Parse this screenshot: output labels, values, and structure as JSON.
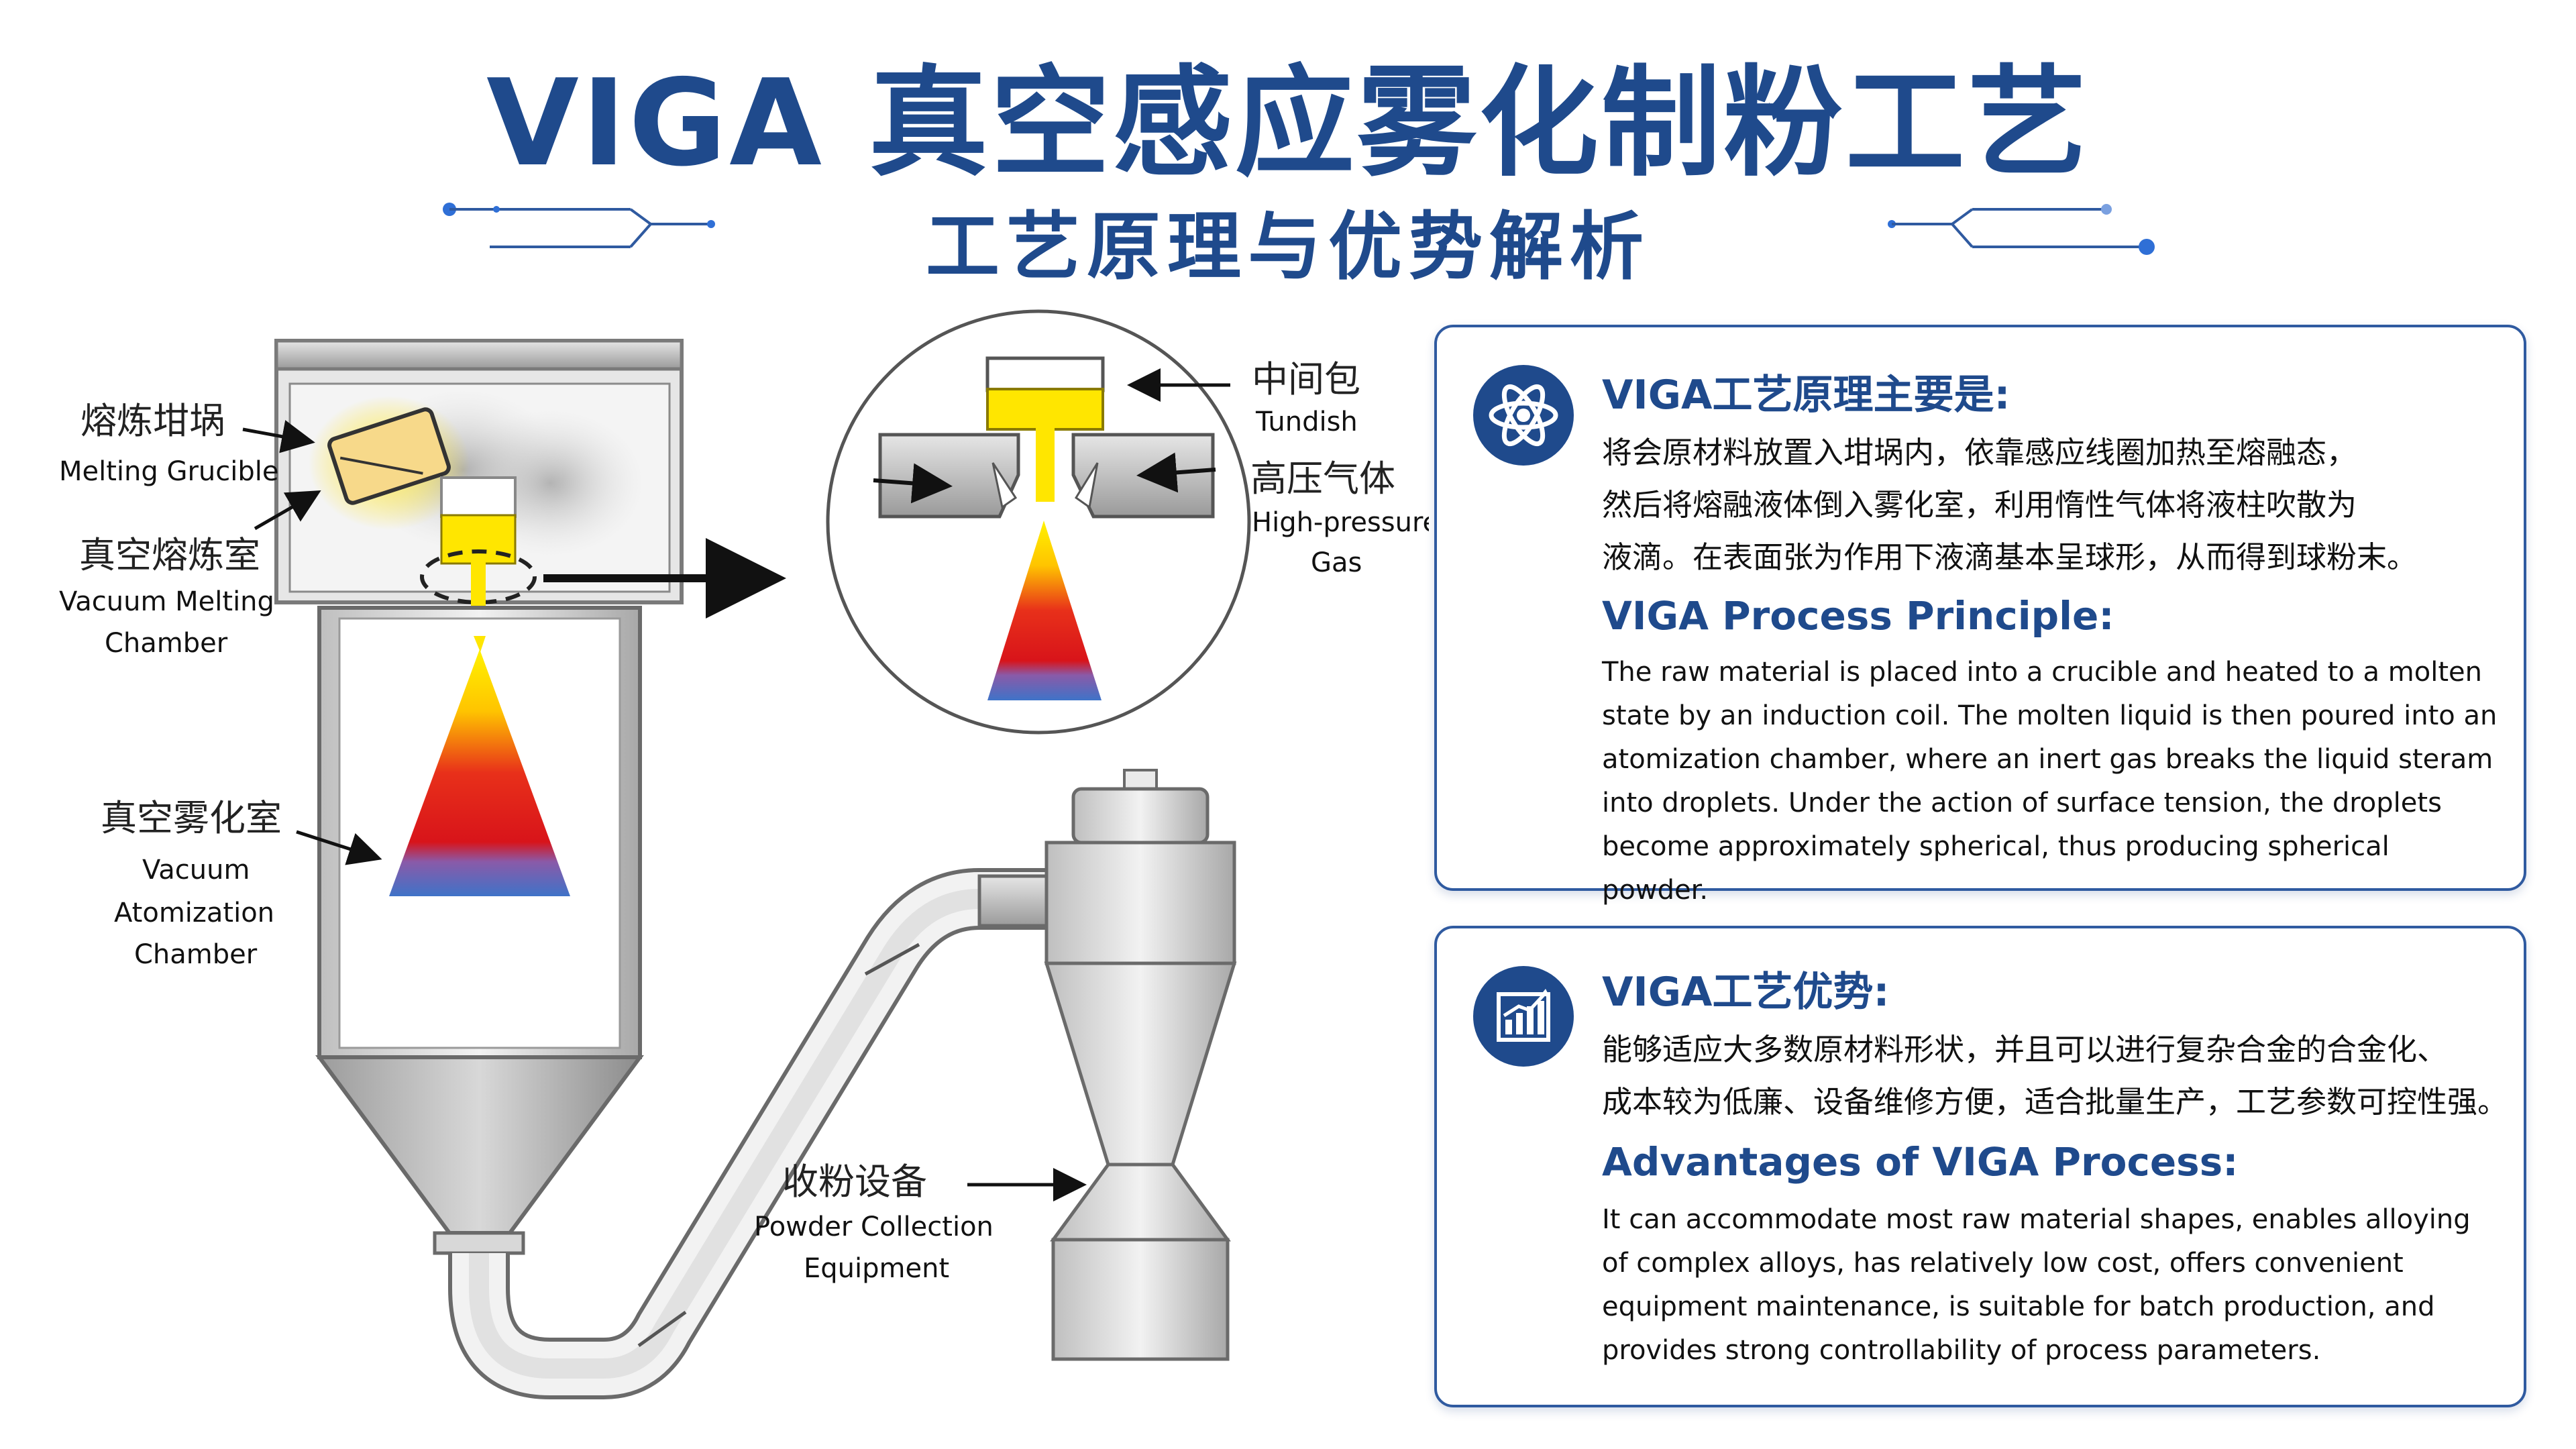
{
  "header": {
    "title": "VIGA 真空感应雾化制粉工艺",
    "subtitle": "工艺原理与优势解析"
  },
  "diagram": {
    "melting_crucible_cn": "熔炼坩埚",
    "melting_crucible_en": "Melting Grucible",
    "vacuum_melting_cn": "真空熔炼室",
    "vacuum_melting_en_1": "Vacuum Melting",
    "vacuum_melting_en_2": "Chamber",
    "atomization_cn": "真空雾化室",
    "atomization_en_1": "Vacuum",
    "atomization_en_2": "Atomization",
    "atomization_en_3": "Chamber",
    "powder_cn": "收粉设备",
    "powder_en_1": "Powder Collection",
    "powder_en_2": "Equipment",
    "tundish_cn": "中间包",
    "tundish_en": "Tundish",
    "gas_cn": "高压气体",
    "gas_en_1": "High-pressure",
    "gas_en_2": "Gas"
  },
  "principle": {
    "icon": "atom-icon",
    "heading_cn": "VIGA工艺原理主要是:",
    "text_cn_1": "将会原材料放置入坩埚内，依靠感应线圈加热至熔融态，",
    "text_cn_2": "然后将熔融液体倒入雾化室，利用惰性气体将液柱吹散为",
    "text_cn_3": "液滴。在表面张为作用下液滴基本呈球形，从而得到球粉末。",
    "heading_en": "VIGA Process Principle:",
    "text_en": "The raw material is placed into a crucible and heated to a molten state by an induction coil. The molten liquid is then poured into an atomization chamber, where an inert gas breaks the liquid steram into droplets. Under the action of surface tension, the droplets become approximately spherical, thus producing spherical powder."
  },
  "advantages": {
    "icon": "chart-growth-icon",
    "heading_cn": "VIGA工艺优势:",
    "text_cn_1": "能够适应大多数原材料形状，并且可以进行复杂合金的合金化、",
    "text_cn_2": "成本较为低廉、设备维修方便，适合批量生产，工艺参数可控性强。",
    "heading_en": "Advantages of VIGA Process:",
    "text_en": "It can accommodate most raw material shapes, enables alloying of complex alloys, has relatively low cost, offers convenient equipment maintenance, is suitable for batch production, and provides strong controllability of process parameters."
  },
  "colors": {
    "brand_blue": "#1f4a8c",
    "spray_yellow": "#ffe000",
    "spray_red": "#d8141a",
    "spray_blue": "#3f73c8"
  }
}
